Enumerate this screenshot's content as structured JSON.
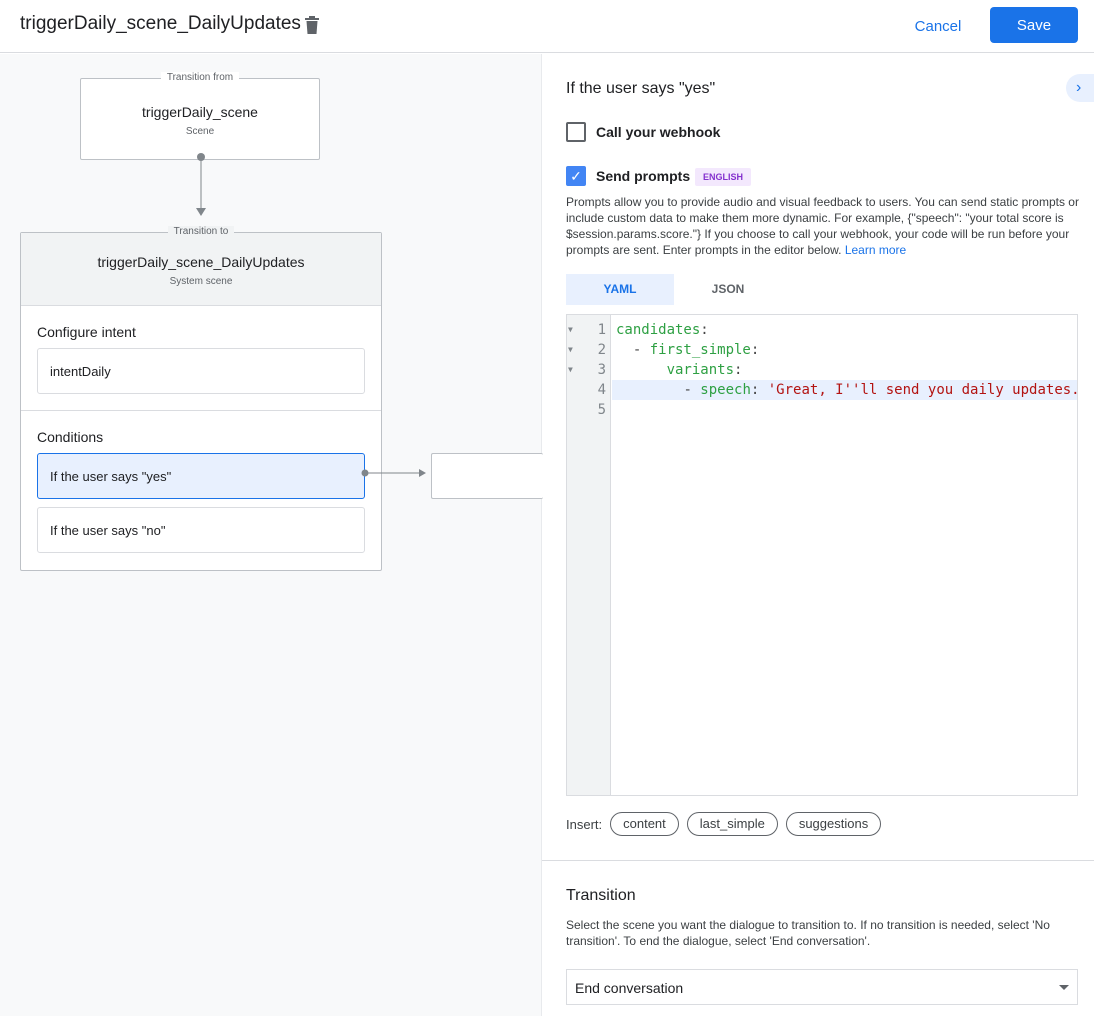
{
  "header": {
    "title": "triggerDaily_scene_DailyUpdates",
    "cancel": "Cancel",
    "save": "Save"
  },
  "canvas": {
    "from": {
      "caption": "Transition from",
      "name": "triggerDaily_scene",
      "type": "Scene"
    },
    "to": {
      "caption": "Transition to",
      "name": "triggerDaily_scene_DailyUpdates",
      "type": "System scene"
    },
    "intent_label": "Configure intent",
    "intent": "intentDaily",
    "conditions_label": "Conditions",
    "conditions": [
      "If the user says \"yes\"",
      "If the user says \"no\""
    ]
  },
  "panel": {
    "title": "If the user says \"yes\"",
    "webhook_label": "Call your webhook",
    "webhook_checked": false,
    "prompts_label": "Send prompts",
    "prompts_checked": true,
    "language": "ENGLISH",
    "description": "Prompts allow you to provide audio and visual feedback to users. You can send static prompts or include custom data to make them more dynamic. For example, {\"speech\": \"your total score is $session.params.score.\"} If you choose to call your webhook, your code will be run before your prompts are sent. Enter prompts in the editor below.",
    "learn_more": "Learn more",
    "tabs": [
      "YAML",
      "JSON"
    ],
    "code": [
      {
        "indent": "",
        "key": "candidates",
        "dash": false,
        "value": ""
      },
      {
        "indent": "  ",
        "key": "first_simple",
        "dash": true,
        "value": ""
      },
      {
        "indent": "      ",
        "key": "variants",
        "dash": false,
        "value": ""
      },
      {
        "indent": "        ",
        "key": "speech",
        "dash": true,
        "value": "'Great, I''ll send you daily updates."
      },
      {
        "indent": "",
        "key": "",
        "dash": false,
        "value": ""
      }
    ],
    "insert_label": "Insert:",
    "insert_chips": [
      "content",
      "last_simple",
      "suggestions"
    ],
    "transition_title": "Transition",
    "transition_desc": "Select the scene you want the dialogue to transition to. If no transition is needed, select 'No transition'. To end the dialogue, select 'End conversation'.",
    "transition_value": "End conversation"
  }
}
